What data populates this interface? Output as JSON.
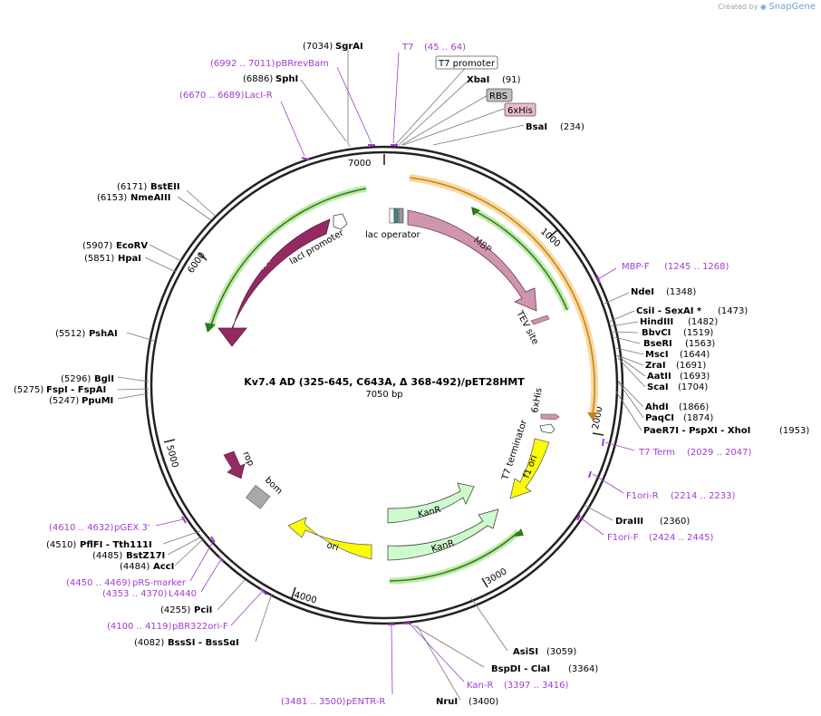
{
  "branding": {
    "created_by": "Created by",
    "app": "SnapGene"
  },
  "map": {
    "title": "Kv7.4 AD (325-645, C643A, Δ 368-492)/pET28HMT",
    "size_label": "7050 bp",
    "tick_labels": [
      "1000",
      "2000",
      "3000",
      "4000",
      "5000",
      "6000",
      "7000"
    ]
  },
  "features": {
    "lacI": "lacI",
    "lacI_promoter": "lacI promoter",
    "lac_operator": "lac operator",
    "MBP": "MBP",
    "TEV_site": "TEV site",
    "sixHis": "6xHis",
    "T7_terminator": "T7 terminator",
    "f1_ori": "f1 ori",
    "KanR_1": "KanR",
    "KanR_2": "KanR",
    "ori": "ori",
    "rop": "rop",
    "bom": "bom"
  },
  "top_boxes": {
    "T7_promoter": "T7 promoter",
    "RBS": "RBS",
    "sixHis": "6xHis"
  },
  "sites": [
    {
      "name": "SgrAI",
      "pos": "(7034)"
    },
    {
      "name": "SphI",
      "pos": "(6886)"
    },
    {
      "name": "XbaI",
      "pos": "(91)"
    },
    {
      "name": "BsaI",
      "pos": "(234)"
    },
    {
      "name": "BstEII",
      "pos": "(6171)"
    },
    {
      "name": "NmeAIII",
      "pos": "(6153)"
    },
    {
      "name": "EcoRV",
      "pos": "(5907)"
    },
    {
      "name": "HpaI",
      "pos": "(5851)"
    },
    {
      "name": "PshAI",
      "pos": "(5512)"
    },
    {
      "name": "BglI",
      "pos": "(5296)"
    },
    {
      "name": "FspI  - FspAI",
      "pos": "(5275)"
    },
    {
      "name": "PpuMI",
      "pos": "(5247)"
    },
    {
      "name": "PflFI  - Tth111I",
      "pos": "(4510)"
    },
    {
      "name": "BstZ17I",
      "pos": "(4485)"
    },
    {
      "name": "AccI",
      "pos": "(4484)"
    },
    {
      "name": "PciI",
      "pos": "(4255)"
    },
    {
      "name": "BssSI  - BssSαI",
      "pos": "(4082)"
    },
    {
      "name": "NdeI",
      "pos": "(1348)"
    },
    {
      "name": "CsiI  - SexAI *",
      "pos": "(1473)"
    },
    {
      "name": "HindIII",
      "pos": "(1482)"
    },
    {
      "name": "BbvCI",
      "pos": "(1519)"
    },
    {
      "name": "BseRI",
      "pos": "(1563)"
    },
    {
      "name": "MscI",
      "pos": "(1644)"
    },
    {
      "name": "ZraI",
      "pos": "(1691)"
    },
    {
      "name": "AatII",
      "pos": "(1693)"
    },
    {
      "name": "ScaI",
      "pos": "(1704)"
    },
    {
      "name": "AhdI",
      "pos": "(1866)"
    },
    {
      "name": "PaqCI",
      "pos": "(1874)"
    },
    {
      "name": "PaeR7I  - PspXI  - XhoI",
      "pos": "(1953)"
    },
    {
      "name": "DraIII",
      "pos": "(2360)"
    },
    {
      "name": "AsiSI",
      "pos": "(3059)"
    },
    {
      "name": "BspDI  - ClaI",
      "pos": "(3364)"
    },
    {
      "name": "NruI",
      "pos": "(3400)"
    }
  ],
  "primers": [
    {
      "name": "T7",
      "range": "(45 .. 64)"
    },
    {
      "name": "pBRrevBam",
      "range": "(6992 .. 7011)"
    },
    {
      "name": "LacI-R",
      "range": "(6670 .. 6689)"
    },
    {
      "name": "MBP-F",
      "range": "(1245 .. 1268)"
    },
    {
      "name": "T7 Term",
      "range": "(2029 .. 2047)"
    },
    {
      "name": "F1ori-R",
      "range": "(2214 .. 2233)"
    },
    {
      "name": "F1ori-F",
      "range": "(2424 .. 2445)"
    },
    {
      "name": "pGEX 3'",
      "range": "(4610 .. 4632)"
    },
    {
      "name": "pRS-marker",
      "range": "(4450 .. 4469)"
    },
    {
      "name": "L4440",
      "range": "(4353 .. 4370)"
    },
    {
      "name": "pBR322ori-F",
      "range": "(4100 .. 4119)"
    },
    {
      "name": "Kan-R",
      "range": "(3397 .. 3416)"
    },
    {
      "name": "pENTR-R",
      "range": "(3481 .. 3500)"
    }
  ]
}
